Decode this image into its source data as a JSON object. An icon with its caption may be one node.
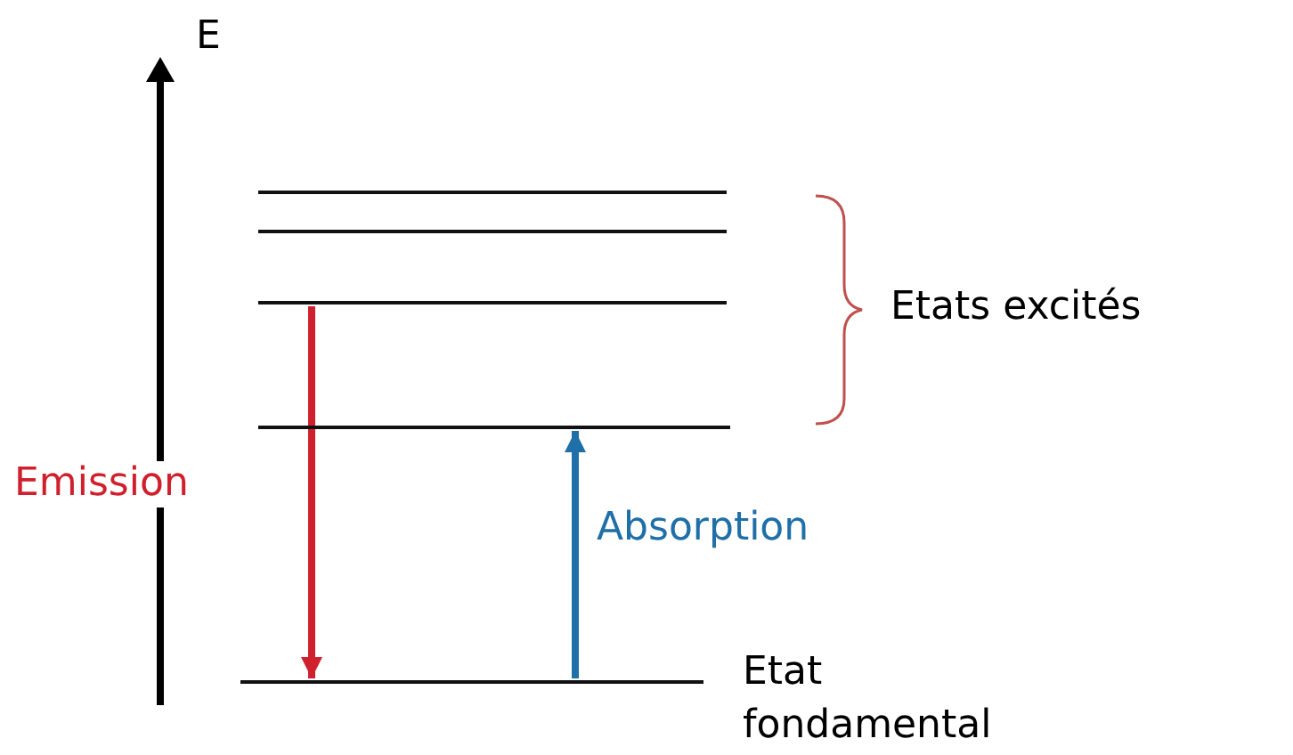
{
  "diagram": {
    "nodes": [
      {
        "text": [],
        "shape": "bar"
      },
      {
        "text": [],
        "shape": "bar"
      },
      {
        "text": [],
        "shape": "bar"
      },
      {
        "text": [],
        "shape": "bar"
      },
      {
        "text": [],
        "shape": "bar",
        "beside": [
          "Etat fondamental"
        ]
      }
    ],
    "edges": [
      {
        "from": 2,
        "to": 4,
        "arrow": "to",
        "label": "Emission",
        "color": "#d0202e"
      },
      {
        "from": 4,
        "to": 3,
        "arrow": "to",
        "label": "Absorption",
        "color": "#1f6fa8"
      }
    ],
    "labels": [
      "E",
      "Etats excités"
    ]
  }
}
